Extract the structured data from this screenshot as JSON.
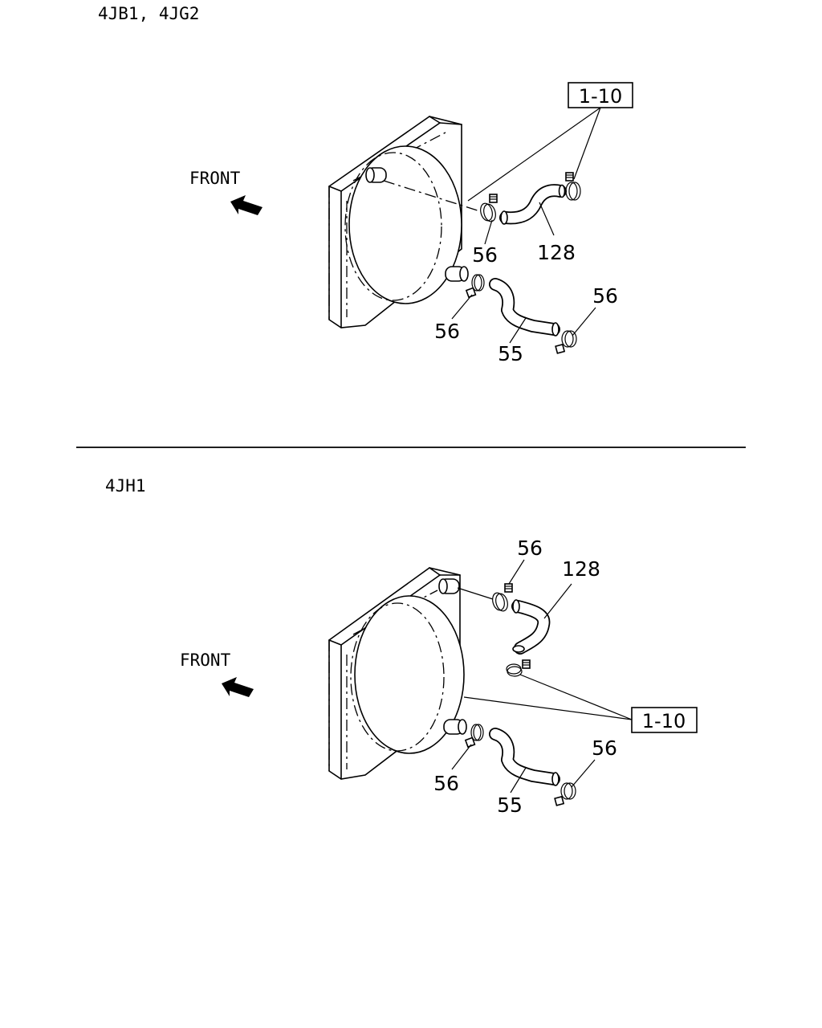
{
  "sections": [
    {
      "variant_label": "4JB1, 4JG2",
      "front_label": "FRONT",
      "ref_box_label": "1-10",
      "callouts": {
        "upper_hose": "128",
        "upper_clamp": "56",
        "lower_hose": "55",
        "lower_clamp_left": "56",
        "lower_clamp_right": "56"
      }
    },
    {
      "variant_label": "4JH1",
      "front_label": "FRONT",
      "ref_box_label": "1-10",
      "callouts": {
        "upper_hose": "128",
        "upper_clamp": "56",
        "lower_hose": "55",
        "lower_clamp_left": "56",
        "lower_clamp_right": "56"
      }
    }
  ]
}
